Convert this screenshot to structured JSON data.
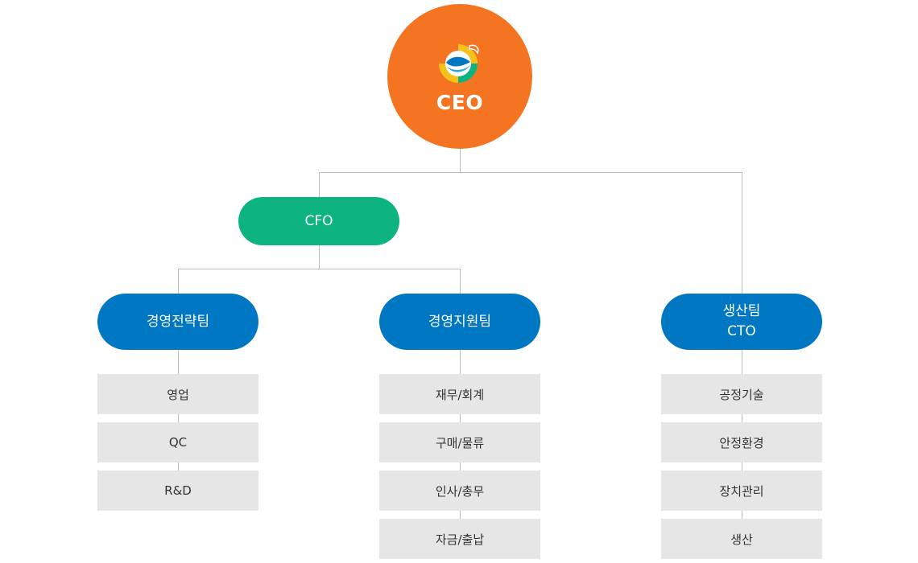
{
  "ceo": {
    "label": "CEO",
    "logo_icon": "company-logo-icon",
    "color": "#f47421"
  },
  "cfo": {
    "label": "CFO",
    "color": "#0db47f"
  },
  "teams": [
    {
      "name": "경영전략팀",
      "subtitle": "",
      "items": [
        "영업",
        "QC",
        "R&D"
      ]
    },
    {
      "name": "경영지원팀",
      "subtitle": "",
      "items": [
        "재무/회계",
        "구매/물류",
        "인사/총무",
        "자금/출납"
      ]
    },
    {
      "name": "생산팀",
      "subtitle": "CTO",
      "items": [
        "공정기술",
        "안정환경",
        "장치관리",
        "생산"
      ]
    }
  ],
  "colors": {
    "team": "#0077c2",
    "item_bg": "#e6e6e6",
    "connector": "#bdbdbd"
  }
}
